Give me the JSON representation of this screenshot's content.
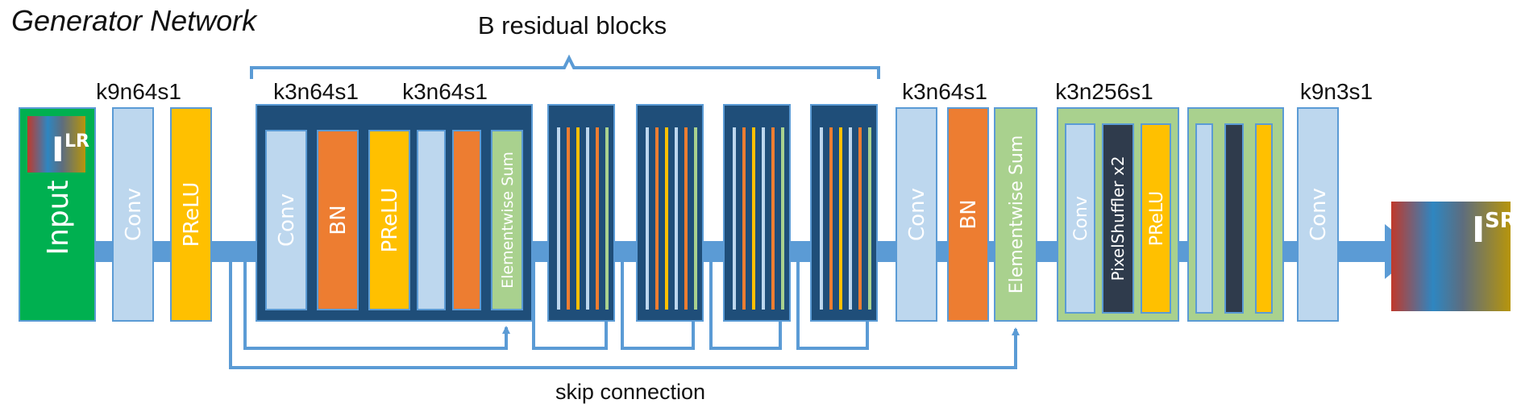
{
  "title": "Generator Network",
  "bracket_label": "B residual blocks",
  "skip_label": "skip connection",
  "annotations": {
    "first_conv": "k9n64s1",
    "res_conv_1": "k3n64s1",
    "res_conv_2": "k3n64s1",
    "post_conv": "k3n64s1",
    "upsample_conv": "k3n256s1",
    "final_conv": "k9n3s1"
  },
  "blocks": {
    "input": "Input",
    "conv": "Conv",
    "prelu": "PReLU",
    "bn": "BN",
    "elementwise_sum": "Elementwise Sum",
    "pixel_shuffler": "PixelShuffler x2"
  },
  "images": {
    "lr_symbol": "I",
    "lr_superscript": "LR",
    "sr_symbol": "I",
    "sr_superscript": "SR"
  },
  "colors": {
    "conv": "#bdd7ee",
    "bn": "#ed7d31",
    "prelu": "#ffc000",
    "sum": "#a9d18e",
    "residual_block": "#1f4e79",
    "arrow": "#5b9bd5",
    "input": "#00b050",
    "dark_box": "#2f3b4c"
  }
}
